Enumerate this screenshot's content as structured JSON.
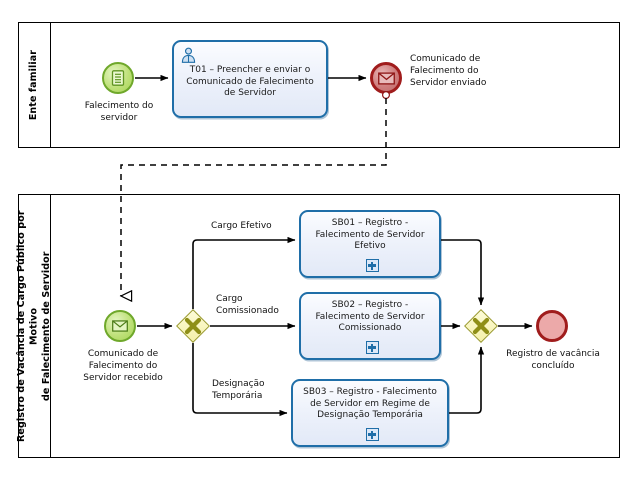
{
  "diagram": {
    "type": "bpmn-collaboration",
    "colors": {
      "pool_border": "#000000",
      "task_border": "#1f6ea8",
      "task_fill": "#e9effa",
      "start_event": "#a5d454",
      "end_event": "#a01c1c",
      "gateway": "#f5f0a8",
      "gateway_border": "#9a9a2e",
      "flow": "#000000"
    }
  },
  "pools": [
    {
      "id": "pool-ente-familiar",
      "title": "Ente familiar"
    },
    {
      "id": "pool-registro-vacancia",
      "title": "Registro de Vacância de Cargo Público por Motivo\nde Falecimento de Servidor"
    }
  ],
  "pool1": {
    "start_event": {
      "icon": "rule-document-icon",
      "label": "Falecimento do\nservidor"
    },
    "task": {
      "icon": "user-task-icon",
      "label": "T01 – Preencher e enviar o\nComunicado de Falecimento\nde Servidor"
    },
    "end_event": {
      "icon": "message-envelope-icon",
      "label": "Comunicado de\nFalecimento do\nServidor enviado"
    }
  },
  "pool2": {
    "start_event": {
      "icon": "message-envelope-icon",
      "label": "Comunicado de\nFalecimento do\nServidor recebido"
    },
    "split_gateway": {
      "icon": "exclusive-gateway-x-icon",
      "label": ""
    },
    "branches": [
      {
        "label": "Cargo Efetivo"
      },
      {
        "label": "Cargo\nComissionado"
      },
      {
        "label": "Designação\nTemporária"
      }
    ],
    "subprocesses": [
      {
        "id": "SB01",
        "label": "SB01 – Registro -\nFalecimento de Servidor\nEfetivo",
        "marker": "collapsed-subprocess-plus-icon"
      },
      {
        "id": "SB02",
        "label": "SB02 – Registro -\nFalecimento de Servidor\nComissionado",
        "marker": "collapsed-subprocess-plus-icon"
      },
      {
        "id": "SB03",
        "label": "SB03 – Registro - Falecimento\nde Servidor em Regime de\nDesignação Temporária",
        "marker": "collapsed-subprocess-plus-icon"
      }
    ],
    "merge_gateway": {
      "icon": "exclusive-gateway-x-icon",
      "label": ""
    },
    "end_event": {
      "icon": "none",
      "label": "Registro de vacância\nconcluído"
    }
  },
  "message_flow": {
    "name": "message-flow-comunicado",
    "style": "dashed",
    "arrowhead": "hollow-triangle"
  }
}
